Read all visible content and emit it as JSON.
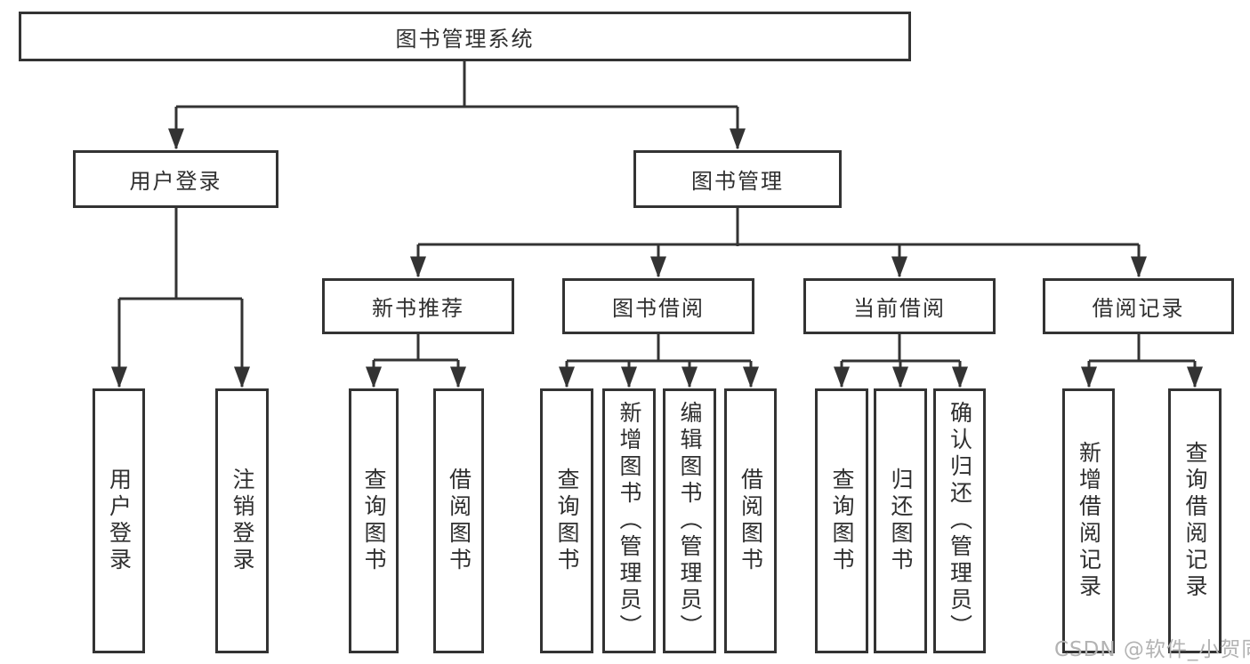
{
  "nodes": {
    "root": {
      "label": "图书管理系统"
    },
    "user_login": {
      "label": "用户登录"
    },
    "book_mgmt": {
      "label": "图书管理"
    },
    "new_book_rec": {
      "label": "新书推荐"
    },
    "book_borrow": {
      "label": "图书借阅"
    },
    "current_borrow": {
      "label": "当前借阅"
    },
    "borrow_records": {
      "label": "借阅记录"
    },
    "leaves": {
      "user_login": {
        "label": "用户登录"
      },
      "logout": {
        "label": "注销登录"
      },
      "nb_query_books": {
        "label": "查询图书"
      },
      "nb_borrow_books": {
        "label": "借阅图书"
      },
      "bb_query_books": {
        "label": "查询图书"
      },
      "bb_add_books": {
        "label": "新增图书（管理员）"
      },
      "bb_edit_books": {
        "label": "编辑图书（管理员）"
      },
      "bb_borrow_books": {
        "label": "借阅图书"
      },
      "cb_query_books": {
        "label": "查询图书"
      },
      "cb_return_books": {
        "label": "归还图书"
      },
      "cb_confirm_return": {
        "label": "确认归还（管理员）"
      },
      "br_add_record": {
        "label": "新增借阅记录"
      },
      "br_query_record": {
        "label": "查询借阅记录"
      }
    }
  },
  "watermark": {
    "text": "CSDN @软件_小贺同学"
  },
  "colors": {
    "box_border": "#333333",
    "connector_line": "#333333",
    "text": "#2f2f2f",
    "background": "#ffffff",
    "watermark": "#b3b3b3"
  }
}
